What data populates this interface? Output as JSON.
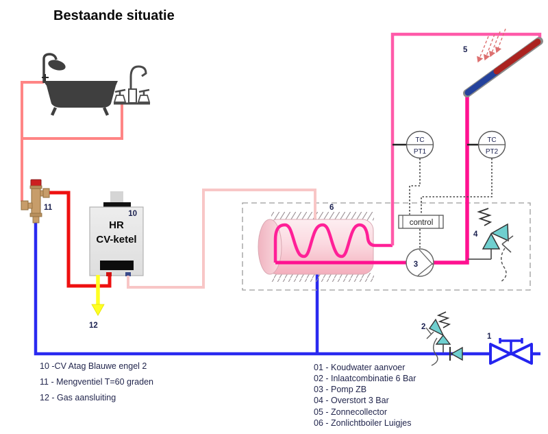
{
  "title": "Bestaande situatie",
  "labels": {
    "koudwater": "1",
    "inlaatcombinatie": "2",
    "pump": "3",
    "overstort": "4",
    "collector": "5",
    "tank": "6",
    "boiler_tag": "10",
    "mengventiel": "11",
    "gas": "12"
  },
  "boiler": {
    "line1": "HR",
    "line2": "CV-ketel"
  },
  "sensors": {
    "pt1_type": "TC",
    "pt1_id": "PT1",
    "pt2_type": "TC",
    "pt2_id": "PT2"
  },
  "control": {
    "label": "control"
  },
  "legend_left": [
    "10 -CV Atag Blauwe engel 2",
    "11 - Mengventiel T=60 graden",
    "12 - Gas aansluiting"
  ],
  "legend_right": [
    "01 - Koudwater aanvoer",
    "02 - Inlaatcombinatie 6 Bar",
    "03 - Pomp ZB",
    "04 - Overstort 3 Bar",
    "05 - Zonnecollector",
    "06 - Zonlichtboiler Luigjes"
  ],
  "colors": {
    "mixed_water_salmon": "#ff8585",
    "hot_water_red": "#ee1010",
    "cold_water_blue": "#2a2af0",
    "boiler_loop_pale_pink": "#f8c6c6",
    "solar_supply_pink": "#ff5aa9",
    "solar_return_magenta": "#ff1190",
    "coil_pink": "#ff2097",
    "gas_yellow": "#ffff22",
    "valve_teal": "#6fcfcf",
    "collector_red": "#ab2320",
    "collector_blue": "#24429c",
    "tank_pink": "#f9c9d3",
    "brass": "#c79d6a"
  }
}
